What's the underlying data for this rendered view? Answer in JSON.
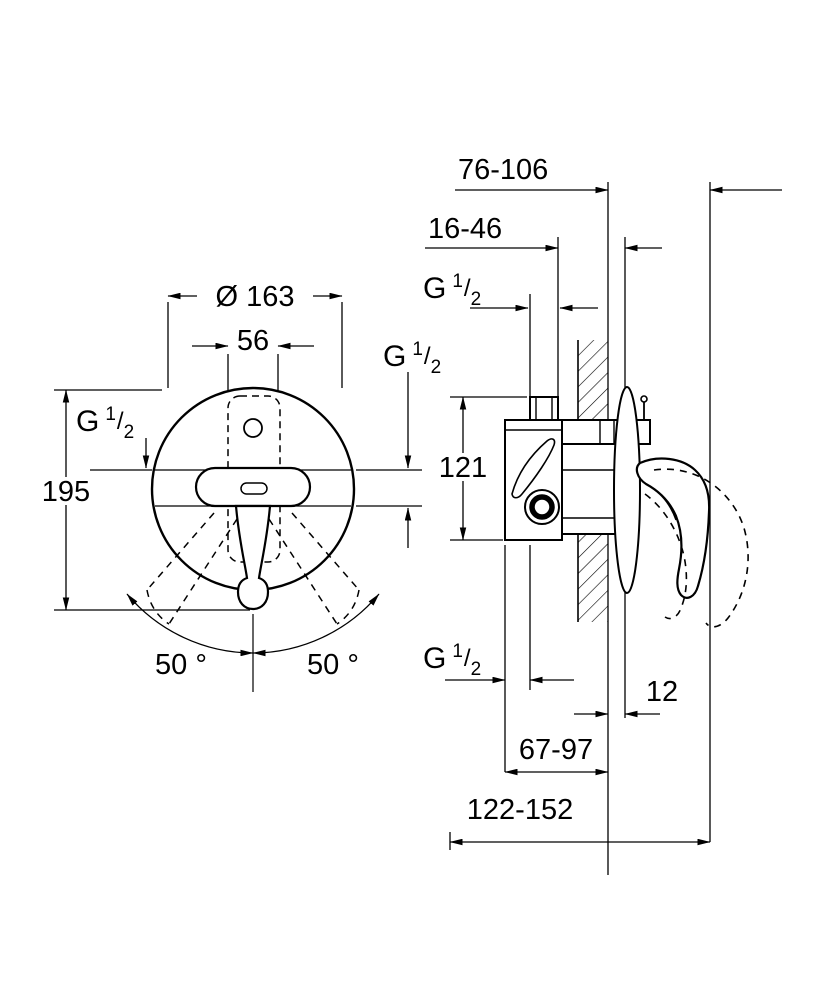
{
  "drawing": {
    "front_view": {
      "diameter_label": "Ø 163",
      "cartridge_width_label": "56",
      "total_height_label": "195",
      "swing_angle_left_label": "50 °",
      "swing_angle_right_label": "50 °"
    },
    "side_view": {
      "wall_depth_max_label": "76-106",
      "wall_depth_min_label": "16-46",
      "body_height_label": "121",
      "plate_offset_label": "12",
      "rough_in_depth_label": "67-97",
      "total_depth_label": "122-152"
    },
    "thread_label": {
      "g": "G",
      "numerator": "1",
      "slash": "/",
      "denominator": "2"
    }
  }
}
